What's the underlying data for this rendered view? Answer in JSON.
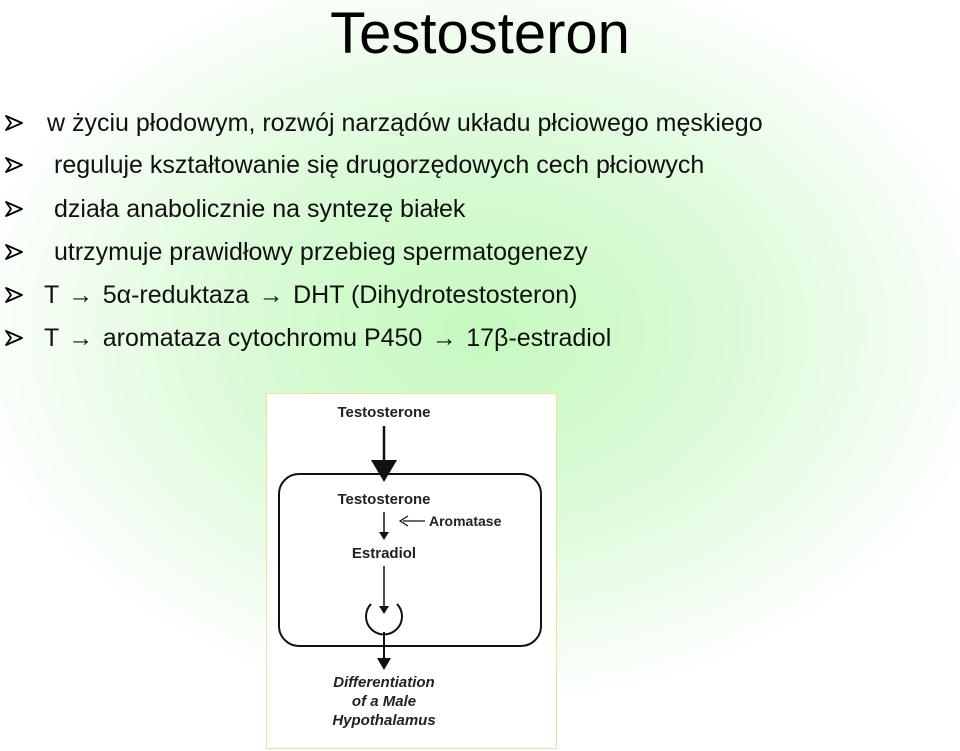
{
  "title": "Testosteron",
  "bullets": [
    {
      "text": "w życiu płodowym, rozwój narządów układu płciowego męskiego"
    },
    {
      "text": "reguluje kształtowanie się drugorzędowych cech płciowych"
    },
    {
      "text": "działa anabolicznie na syntezę białek"
    },
    {
      "text": "utrzymuje prawidłowy przebieg spermatogenezy"
    },
    {
      "parts": [
        "T",
        "→",
        "5α-reduktaza",
        "→",
        "DHT (Dihydrotestosteron)"
      ]
    },
    {
      "parts": [
        "T",
        "→",
        "aromataza cytochromu P450",
        "→",
        "17β-estradiol"
      ]
    }
  ],
  "diagram": {
    "top_label": "Testosterone",
    "cell_label": "Testosterone",
    "enzyme_label": "Aromatase",
    "product_label": "Estradiol",
    "outcome_lines": [
      "Differentiation",
      "of a Male",
      "Hypothalamus"
    ]
  },
  "colors": {
    "background_center": "#c6f9c0",
    "bullet_marker": "#000000"
  }
}
